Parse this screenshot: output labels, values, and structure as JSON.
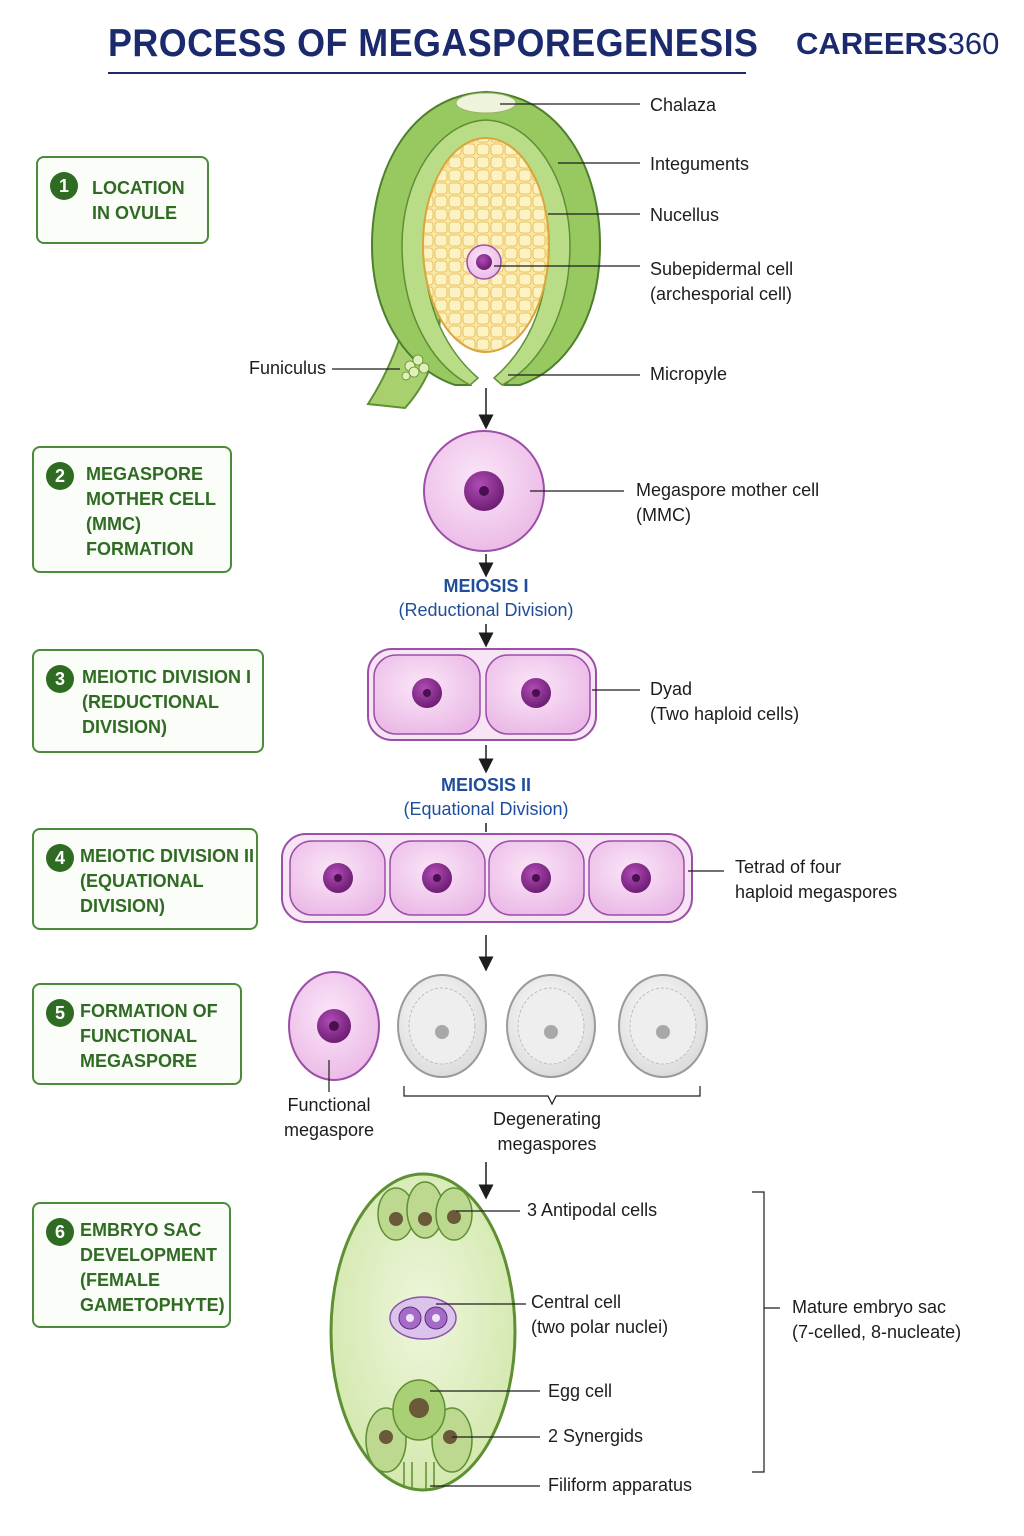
{
  "header": {
    "title": "PROCESS OF MEGASPOREGENESIS",
    "brand_bold": "CAREERS",
    "brand_light": "360"
  },
  "steps": [
    {
      "number": "1",
      "label": "LOCATION\nIN OVULE"
    },
    {
      "number": "2",
      "label": "MEGASPORE\nMOTHER CELL\n(MMC)\nFORMATION"
    },
    {
      "number": "3",
      "label": "MEIOTIC DIVISION I\n(REDUCTIONAL\nDIVISION)"
    },
    {
      "number": "4",
      "label": "MEIOTIC DIVISION II\n(EQUATIONAL\nDIVISION)"
    },
    {
      "number": "5",
      "label": "FORMATION OF\nFUNCTIONAL\nMEGASPORE"
    },
    {
      "number": "6",
      "label": "EMBRYO SAC\nDEVELOPMENT\n(FEMALE\nGAMETOPHYTE)"
    }
  ],
  "ovule_labels": {
    "chalaza": "Chalaza",
    "integuments": "Integuments",
    "nucellus": "Nucellus",
    "subepidermal": "Subepidermal cell\n(archesporial cell)",
    "micropyle": "Micropyle",
    "funiculus": "Funiculus"
  },
  "mmc_label": "Megaspore mother cell\n(MMC)",
  "meiosis1": {
    "title": "MEIOSIS I",
    "subtitle": "(Reductional Division)"
  },
  "dyad_label": "Dyad\n(Two haploid cells)",
  "meiosis2": {
    "title": "MEIOSIS II",
    "subtitle": "(Equational Division)"
  },
  "tetrad_label": "Tetrad of four\nhaploid megaspores",
  "functional_label": "Functional\nmegaspore",
  "degenerating_label": "Degenerating\nmegaspores",
  "embryo_labels": {
    "antipodal": "3 Antipodal cells",
    "central": "Central cell\n(two polar nuclei)",
    "egg": "Egg cell",
    "synergids": "2 Synergids",
    "filiform": "Filiform apparatus",
    "mature": "Mature embryo sac\n(7-celled, 8-nucleate)"
  },
  "colors": {
    "title": "#1a2a6c",
    "step_green": "#2f6b23",
    "meiosis_blue": "#1f4e9c",
    "cell_pink": "#f3c9ee",
    "cell_outline": "#9b4fa6",
    "nucleus": "#7a1f7d",
    "ovule_green": "#8fc25a",
    "nucellus_yellow": "#f6d77a"
  }
}
